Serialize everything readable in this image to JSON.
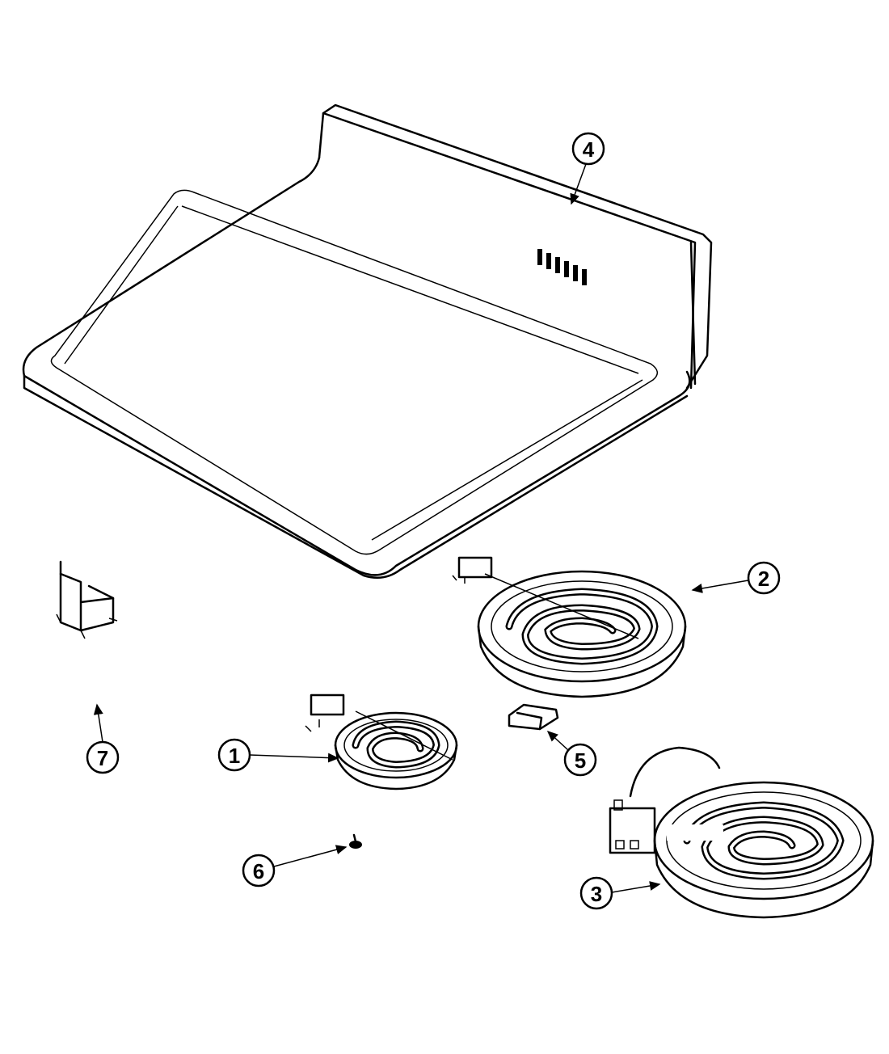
{
  "callouts": [
    {
      "id": "1",
      "label": "1",
      "part": "small-surface-element"
    },
    {
      "id": "2",
      "label": "2",
      "part": "large-surface-element"
    },
    {
      "id": "3",
      "label": "3",
      "part": "large-surface-element-with-lead"
    },
    {
      "id": "4",
      "label": "4",
      "part": "cooktop"
    },
    {
      "id": "5",
      "label": "5",
      "part": "clip"
    },
    {
      "id": "6",
      "label": "6",
      "part": "screw"
    },
    {
      "id": "7",
      "label": "7",
      "part": "bracket"
    }
  ],
  "colors": {
    "line": "#000000",
    "background": "#ffffff"
  }
}
